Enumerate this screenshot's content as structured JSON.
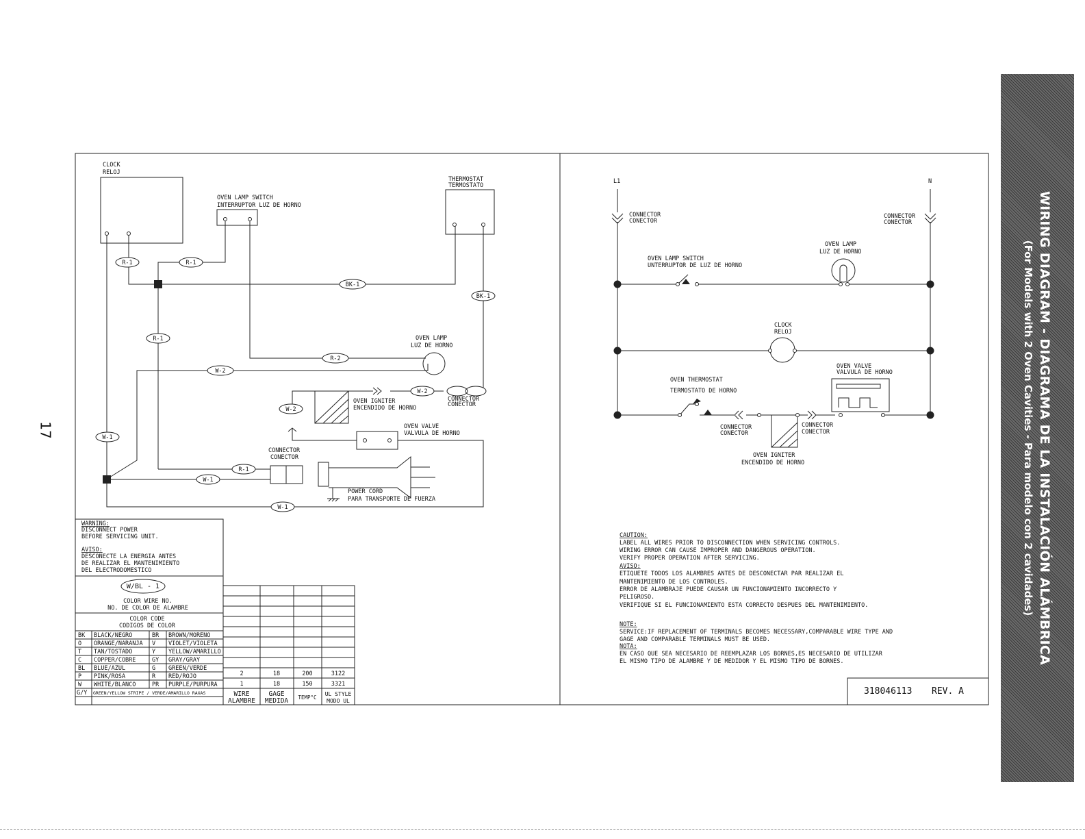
{
  "page_number": "17",
  "side_title": {
    "line1": "WIRING DIAGRAM - DIAGRAMA DE LA INSTALACIÓN ALÁMBRICA",
    "line2": "(For Models with 2 Oven Cavities - Para modelo con 2 cavidades)"
  },
  "left": {
    "clock": [
      "CLOCK",
      "RELOJ"
    ],
    "oven_lamp_switch": [
      "OVEN LAMP SWITCH",
      "INTERRUPTOR LUZ DE HORNO"
    ],
    "thermostat": [
      "THERMOSTAT",
      "TERMOSTATO"
    ],
    "oven_lamp": [
      "OVEN LAMP",
      "LUZ DE HORNO"
    ],
    "oven_igniter": [
      "OVEN IGNITER",
      "ENCENDIDO DE HORNO"
    ],
    "connector_a": [
      "CONNECTOR",
      "CONECTOR"
    ],
    "oven_valve": [
      "OVEN VALVE",
      "VALVULA DE HORNO"
    ],
    "connector_b": [
      "CONNECTOR",
      "CONECTOR"
    ],
    "power_cord": [
      "POWER CORD",
      "PARA TRANSPORTE DE FUERZA"
    ],
    "wire_labels": {
      "r1": "R-1",
      "bk1": "BK-1",
      "r2": "R-2",
      "w2": "W-2",
      "w1": "W-1"
    }
  },
  "warning": {
    "title": "WARNING:",
    "lines": [
      "DISCONNECT POWER",
      " BEFORE SERVICING UNIT."
    ],
    "aviso_title": "AVISO:",
    "aviso_lines": [
      "DESCONECTE LA ENERGIA ANTES",
      " DE REALIZAR EL MANTENIMIENTO",
      "DEL ELECTRODOMESTICO"
    ]
  },
  "wire_example": {
    "label": "W/BL - 1",
    "line1": "COLOR WIRE NO.",
    "line2": "NO. DE COLOR DE ALAMBRE"
  },
  "color_code": {
    "title1": "COLOR CODE",
    "title2": "CODIGOS DE COLOR",
    "rows": [
      [
        "BK",
        "BLACK/NEGRO",
        "BR",
        "BROWN/MORENO"
      ],
      [
        "O",
        "ORANGE/NARANJA",
        "V",
        "VIOLET/VIOLETA"
      ],
      [
        "T",
        "TAN/TOSTADO",
        "Y",
        "YELLOW/AMARILLO"
      ],
      [
        "C",
        "COPPER/COBRE",
        "GY",
        "GRAY/GRAY"
      ],
      [
        "BL",
        "BLUE/AZUL",
        "G",
        "GREEN/VERDE"
      ],
      [
        "P",
        "PINK/ROSA",
        "R",
        "RED/ROJO"
      ],
      [
        "W",
        "WHITE/BLANCO",
        "PR",
        "PURPLE/PURPURA"
      ]
    ],
    "last_row": [
      "G/Y",
      "GREEN/YELLOW STRIPE / VERDE/AMARILLO RAXAS"
    ]
  },
  "wire_table": {
    "rows": [
      [
        "2",
        "18",
        "200",
        "3122"
      ],
      [
        "1",
        "18",
        "150",
        "3321"
      ]
    ],
    "headers": [
      [
        "WIRE",
        "ALAMBRE"
      ],
      [
        "GAGE",
        "MEDIDA"
      ],
      [
        "TEMP°C",
        ""
      ],
      [
        "UL STYLE",
        "MODO UL"
      ]
    ]
  },
  "right": {
    "l1": "L1",
    "n": "N",
    "connector_l": [
      "CONNECTOR",
      "CONECTOR"
    ],
    "connector_r": [
      "CONNECTOR",
      "CONECTOR"
    ],
    "oven_lamp": [
      "OVEN LAMP",
      "LUZ DE HORNO"
    ],
    "lamp_switch": [
      "OVEN LAMP SWITCH",
      "UNTERRUPTOR DE LUZ DE HORNO"
    ],
    "clock": [
      "CLOCK",
      "RELOJ"
    ],
    "oven_valve": [
      "OVEN VALVE",
      "VALVULA DE HORNO"
    ],
    "oven_thermostat": [
      "OVEN THERMOSTAT",
      "TERMOSTATO DE HORNO"
    ],
    "connector_c": [
      "CONNECTOR",
      "CONECTOR"
    ],
    "connector_d": [
      "CONNECTOR",
      "CONECTOR"
    ],
    "oven_igniter": [
      "OVEN IGNITER",
      "ENCENDIDO DE HORNO"
    ]
  },
  "caution": {
    "title": "CAUTION:",
    "lines": [
      "LABEL ALL WIRES PRIOR TO DISCONNECTION WHEN SERVICING CONTROLS.",
      "WIRING ERROR CAN CAUSE IMPROPER AND DANGEROUS OPERATION.",
      "VERIFY PROPER OPERATION AFTER SERVICING."
    ],
    "aviso_title": "AVISO:",
    "aviso_lines": [
      "ETIQUETE TODOS LOS ALAMBRES ANTES DE DESCONECTAR PAR REALIZAR EL",
      "MANTENIMIENTO DE LOS CONTROLES.",
      "ERROR DE ALAMBRAJE PUEDE CAUSAR UN FUNCIONAMIENTO INCORRECTO Y",
      "PELIGROSO.",
      "VERIFIQUE SI EL FUNCIONAMIENTO ESTA CORRECTO DESPUES DEL MANTENIMIENTO."
    ]
  },
  "note": {
    "title": "NOTE:",
    "lines": [
      "SERVICE:IF REPLACEMENT OF TERMINALS BECOMES NECESSARY,COMPARABLE WIRE TYPE AND",
      "GAGE AND COMPARABLE TERMINALS MUST BE USED."
    ],
    "nota_title": "NOTA:",
    "nota_lines": [
      "EN CASO QUE SEA NECESARIO DE REEMPLAZAR LOS BORNES,ES NECESARIO DE UTILIZAR",
      "EL MISMO TIPO DE ALAMBRE Y DE MEDIDOR Y EL MISMO TIPO DE BORNES."
    ]
  },
  "part_number": "318046113",
  "revision": "REV. A"
}
